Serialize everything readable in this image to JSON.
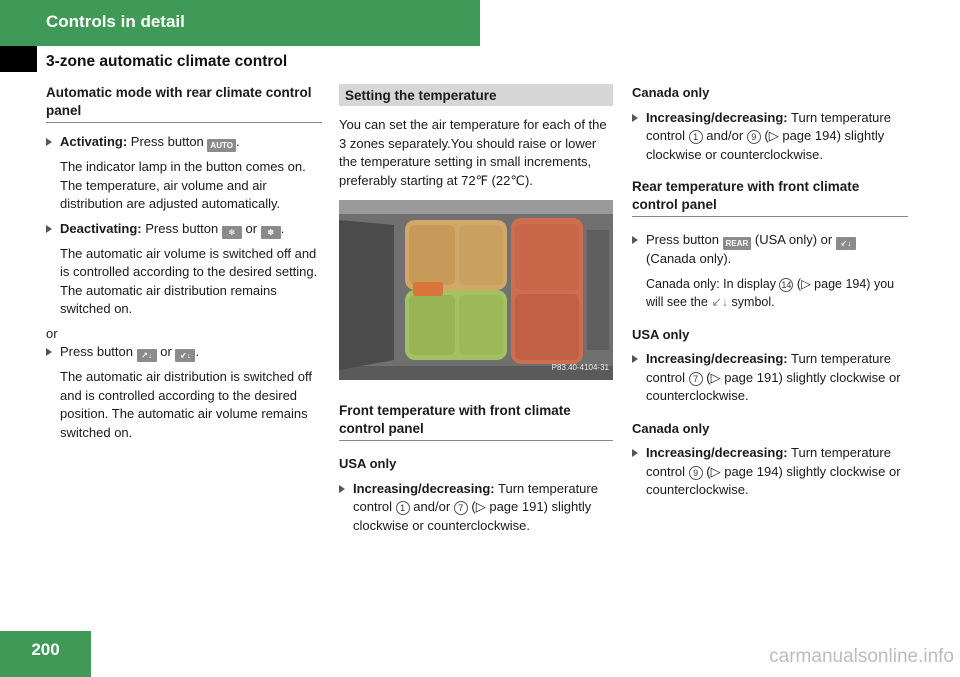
{
  "header": {
    "chapter": "Controls in detail",
    "section": "3-zone automatic climate control"
  },
  "col1": {
    "heading": "Automatic mode with rear climate control panel",
    "activating_label": "Activating:",
    "activating_text": "Press button",
    "auto_btn": "AUTO",
    "activating_note": "The indicator lamp in the button comes on. The temperature, air volume and air distribution are adjusted automatically.",
    "deactivating_label": "Deactivating:",
    "deactivating_text": "Press button",
    "or_word": "or",
    "deactivating_note": "The automatic air volume is switched off and is controlled according to the desired setting. The automatic air distribution remains switched on.",
    "or_line": "or",
    "press_text": "Press button",
    "press_note": "The automatic air distribution is switched off and is controlled according to the desired position. The automatic air volume remains switched on."
  },
  "col2": {
    "bar_title": "Setting the temperature",
    "intro": "You can set the air temperature for each of the 3 zones separately.You should raise or lower the temperature setting in small increments, preferably starting at 72℉ (22℃).",
    "image_label": "P83.40-4104-31",
    "front_heading": "Front temperature with front climate control panel",
    "usa_only": "USA only",
    "inc_label": "Increasing/decreasing:",
    "inc_text_a": "Turn temperature control",
    "and_or": "and/or",
    "inc_text_b": "(▷ page 191) slightly clockwise or counterclockwise.",
    "num1": "1",
    "num7": "7"
  },
  "col3": {
    "canada_only": "Canada only",
    "inc_label": "Increasing/decreasing:",
    "inc_text_a": "Turn temperature control",
    "and_or": "and/or",
    "inc_text_b": "(▷ page 194) slightly clockwise or counterclockwise.",
    "num1": "1",
    "num9": "9",
    "rear_heading": "Rear temperature with front climate control panel",
    "press_a": "Press button",
    "rear_btn": "REAR",
    "press_b": "(USA only) or",
    "press_c": "(Canada only).",
    "canada_note_a": "Canada only: In display",
    "num14": "14",
    "canada_note_b": "(▷ page 194) you will see the",
    "canada_note_c": "symbol.",
    "usa_only": "USA only",
    "usa_inc_text_a": "Turn temperature control",
    "num7": "7",
    "usa_inc_text_b": "(▷ page 191) slightly clockwise or counterclockwise.",
    "canada_only_2": "Canada only",
    "can2_inc_text_a": "Turn temperature control",
    "num9b": "9",
    "can2_inc_text_b": "(▷ page 194) slightly clockwise or counterclockwise."
  },
  "footer": {
    "page": "200",
    "watermark": "carmanualsonline.info"
  },
  "colors": {
    "green": "#3e9a56",
    "bar": "#d6d6d6",
    "button": "#8b8b8b"
  },
  "icons": [
    "fan-low-icon",
    "fan-high-icon",
    "air-distribution-icon",
    "rear-air-icon",
    "arrow-bullet-icon"
  ]
}
